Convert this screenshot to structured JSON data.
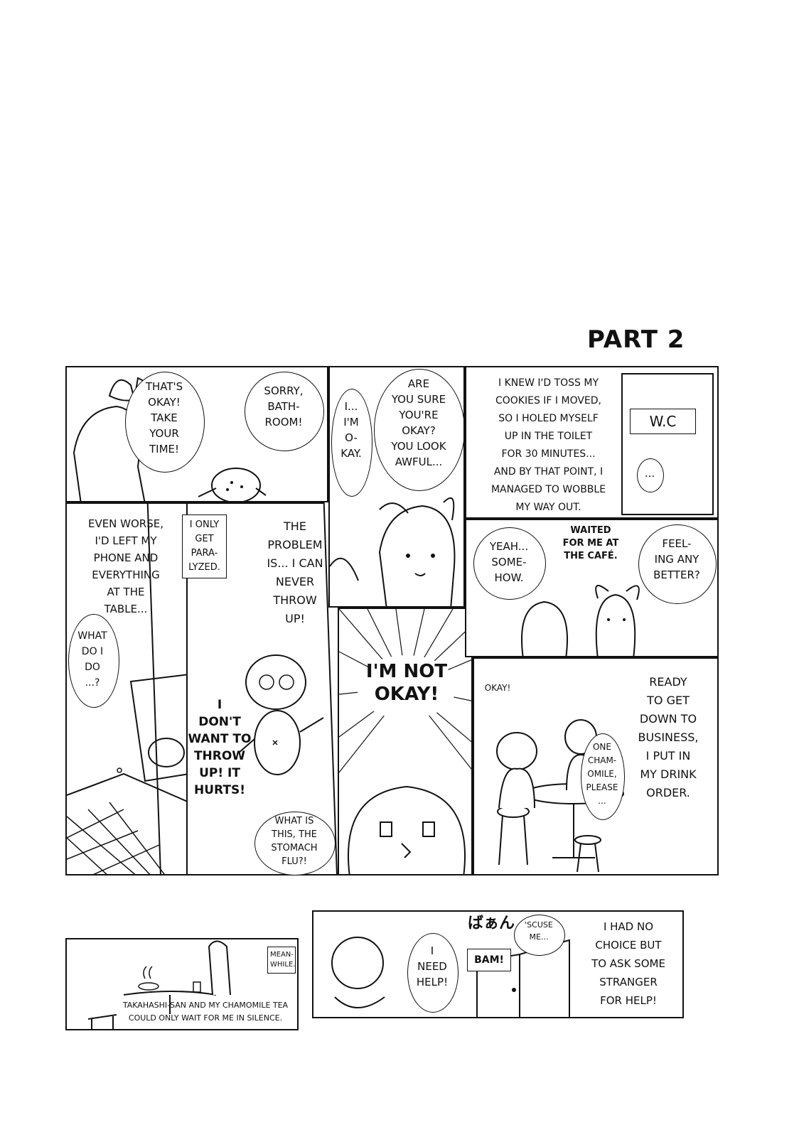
{
  "page": {
    "title": "PART 2"
  },
  "panels": {
    "p1": {
      "left": "THAT'S\nOKAY!\nTAKE\nYOUR\nTIME!",
      "right": "SORRY,\nBATH-\nROOM!"
    },
    "p2": {
      "left": "I...\nI'M\nO-\nKAY.",
      "right": "ARE\nYOU SURE\nYOU'RE\nOKAY?\nYOU LOOK\nAWFUL..."
    },
    "p3": {
      "narration": "I KNEW I'D TOSS MY\nCOOKIES IF I MOVED,\nSO I HOLED MYSELF\nUP IN THE TOILET\nFOR 30 MINUTES...\nAND BY THAT POINT, I\nMANAGED TO WOBBLE\nMY WAY OUT.",
      "sign": "W.C",
      "dots": "..."
    },
    "p4": {
      "narration": "EVEN WORSE,\nI'D LEFT MY\nPHONE AND\nEVERYTHING\nAT THE\nTABLE...",
      "thought": "WHAT\nDO I\nDO\n...?"
    },
    "p5": {
      "box": "I ONLY\nGET\nPARA-\nLYZED.",
      "narration": "THE\nPROBLEM\nIS... I CAN\nNEVER\nTHROW\nUP!",
      "shout": "I\nDON'T\nWANT TO\nTHROW\nUP! IT\nHURTS!",
      "question": "WHAT IS\nTHIS, THE\nSTOMACH\nFLU?!"
    },
    "p6": {
      "shout": "I'M NOT\nOKAY!"
    },
    "p7": {
      "left": "YEAH...\nSOME-\nHOW.",
      "note": "WAITED\nFOR ME AT\nTHE CAFÉ.",
      "right": "FEEL-\nING ANY\nBETTER?"
    },
    "p8": {
      "small": "OKAY!",
      "narration": "READY\nTO GET\nDOWN TO\nBUSINESS,\nI PUT IN\nMY DRINK\nORDER.",
      "order": "ONE\nCHAM-\nOMILE,\nPLEASE\n..."
    },
    "p9": {
      "box": "MEAN-\nWHILE.",
      "caption": "TAKAHASHI-SAN AND MY CHAMOMILE TEA\nCOULD ONLY WAIT FOR ME IN SILENCE."
    },
    "p10": {
      "sfx_jp": "ばぁん",
      "sfx": "BAM!",
      "plea": "I\nNEED\nHELP!",
      "excuse": "'SCUSE\nME...",
      "narration": "I HAD NO\nCHOICE BUT\nTO ASK SOME\nSTRANGER\nFOR HELP!"
    }
  }
}
